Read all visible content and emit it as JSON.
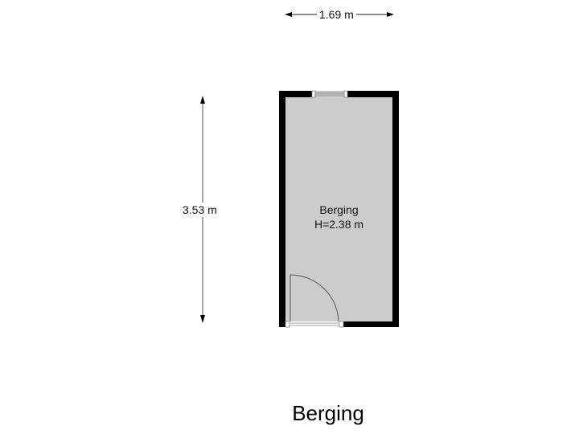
{
  "floorplan": {
    "title": "Berging",
    "dimensions": {
      "width_label": "1.69 m",
      "height_label": "3.53 m"
    },
    "rooms": [
      {
        "name": "Berging",
        "height_label": "H=2.38 m"
      }
    ],
    "colors": {
      "wall": "#000000",
      "floor": "#cccccc",
      "dimension_line": "#888888",
      "background": "#ffffff"
    }
  }
}
